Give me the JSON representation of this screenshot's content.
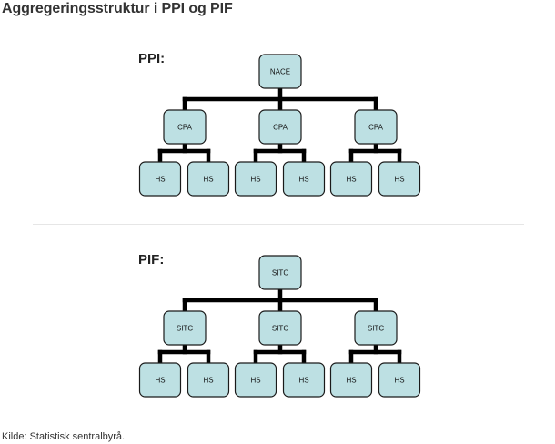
{
  "title": "Aggregeringsstruktur i PPI og PIF",
  "source": "Kilde: Statistisk sentralbyrå.",
  "trees": [
    {
      "label": "PPI:",
      "root": "NACE",
      "level2": [
        "CPA",
        "CPA",
        "CPA"
      ],
      "level3": [
        [
          "HS",
          "HS"
        ],
        [
          "HS",
          "HS"
        ],
        [
          "HS",
          "HS"
        ]
      ]
    },
    {
      "label": "PIF:",
      "root": "SITC",
      "level2": [
        "SITC",
        "SITC",
        "SITC"
      ],
      "level3": [
        [
          "HS",
          "HS"
        ],
        [
          "HS",
          "HS"
        ],
        [
          "HS",
          "HS"
        ]
      ]
    }
  ]
}
